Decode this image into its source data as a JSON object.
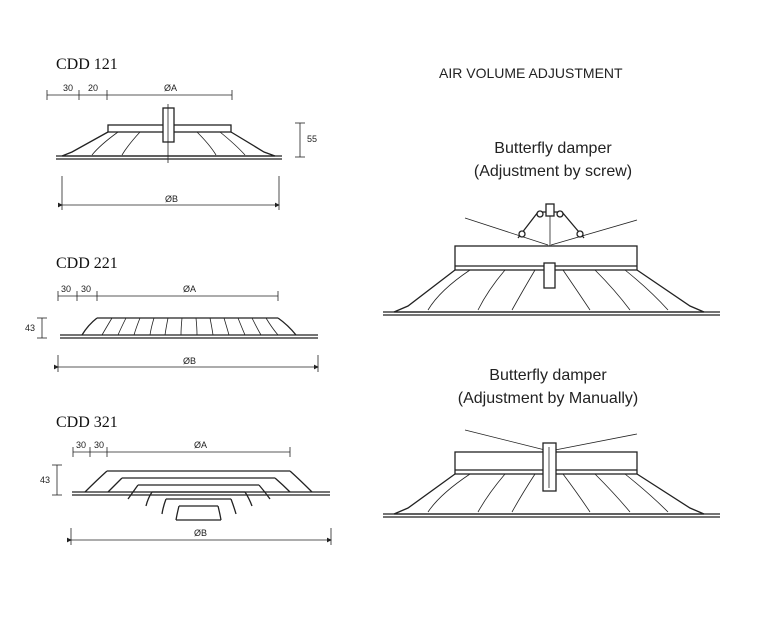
{
  "left_models": [
    {
      "name": "CDD 121",
      "dims": {
        "d1": "30",
        "d2": "20",
        "a": "ØA",
        "b": "ØB",
        "h": "55"
      }
    },
    {
      "name": "CDD 221",
      "dims": {
        "d1": "30",
        "d2": "30",
        "a": "ØA",
        "b": "ØB",
        "h": "43"
      }
    },
    {
      "name": "CDD 321",
      "dims": {
        "d1": "30",
        "d2": "30",
        "a": "ØA",
        "b": "ØB",
        "h": "43"
      }
    }
  ],
  "right": {
    "heading": "AIR VOLUME ADJUSTMENT",
    "damper1": {
      "title": "Butterfly damper",
      "subtitle": "(Adjustment by screw)"
    },
    "damper2": {
      "title": "Butterfly damper",
      "subtitle": "(Adjustment by Manually)"
    }
  }
}
